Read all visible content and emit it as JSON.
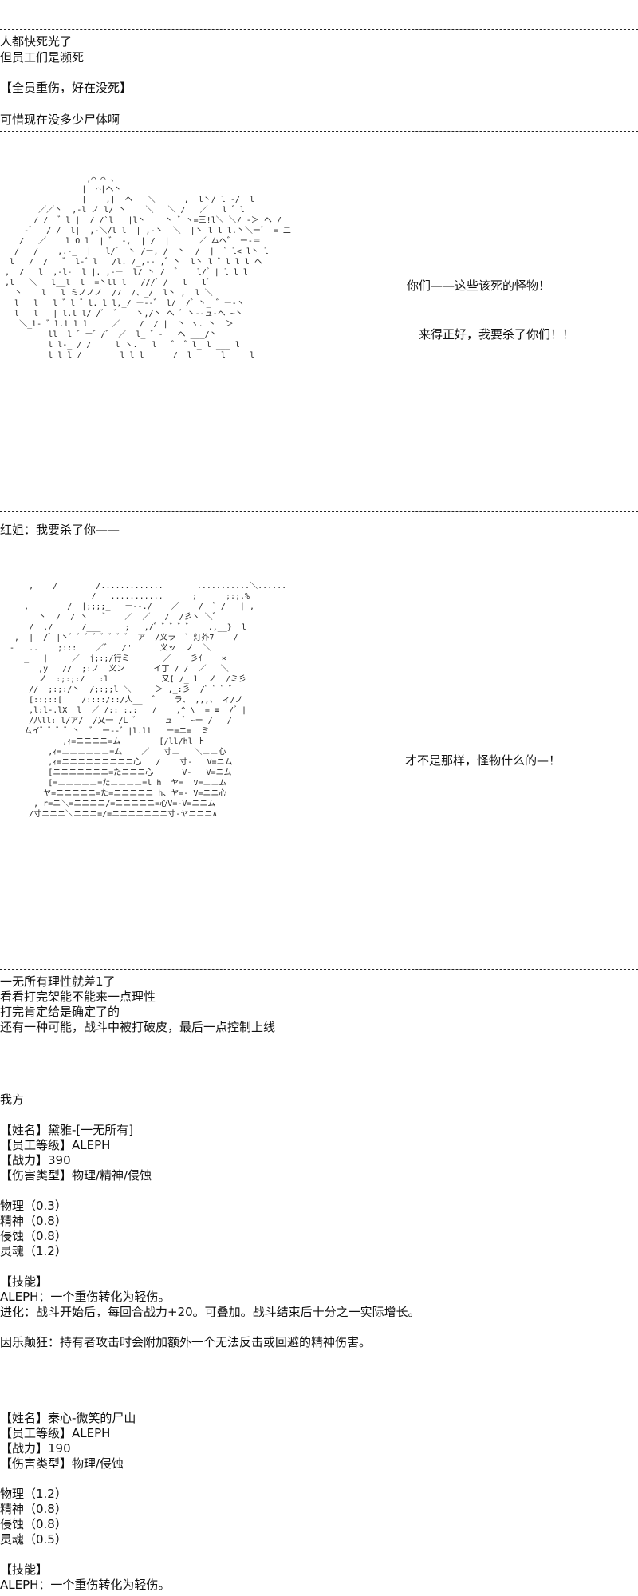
{
  "sections": {
    "intro": [
      "人都快死光了",
      "但员工们是濒死",
      "",
      "【全员重伤，好在没死】",
      "",
      "可惜现在没多少尸体啊"
    ],
    "speech1": "你们——这些该死的怪物！",
    "speech2": "来得正好，我要杀了你们！！",
    "dialogue1": "红姐：我要杀了你——",
    "speech3": "才不是那样，怪物什么的—！",
    "thoughts": [
      "一无所有理性就差1了",
      "看看打完架能不能来一点理性",
      "打完肯定给是确定了的",
      "还有一种可能，战斗中被打破皮，最后一点控制上线"
    ],
    "ours_label": "我方",
    "char1": [
      "【姓名】黛雅-[一无所有]",
      "【员工等级】ALEPH",
      "【战力】390",
      "【伤害类型】物理/精神/侵蚀",
      "",
      "物理（0.3）",
      "精神（0.8）",
      "侵蚀（0.8）",
      "灵魂（1.2）",
      "",
      "【技能】",
      "ALEPH：一个重伤转化为轻伤。",
      "进化：战斗开始后，每回合战力+20。可叠加。战斗结束后十分之一实际增长。",
      "",
      "因乐颠狂：持有者攻击时会附加额外一个无法反击或回避的精神伤害。"
    ],
    "char2": [
      "【姓名】秦心-微笑的尸山",
      "【员工等级】ALEPH",
      "【战力】190",
      "【伤害类型】物理/侵蚀",
      "",
      "物理（1.2）",
      "精神（0.8）",
      "侵蚀（0.8）",
      "灵魂（0.5）",
      "",
      "【技能】",
      "ALEPH：一个重伤转化为轻伤。"
    ]
  }
}
